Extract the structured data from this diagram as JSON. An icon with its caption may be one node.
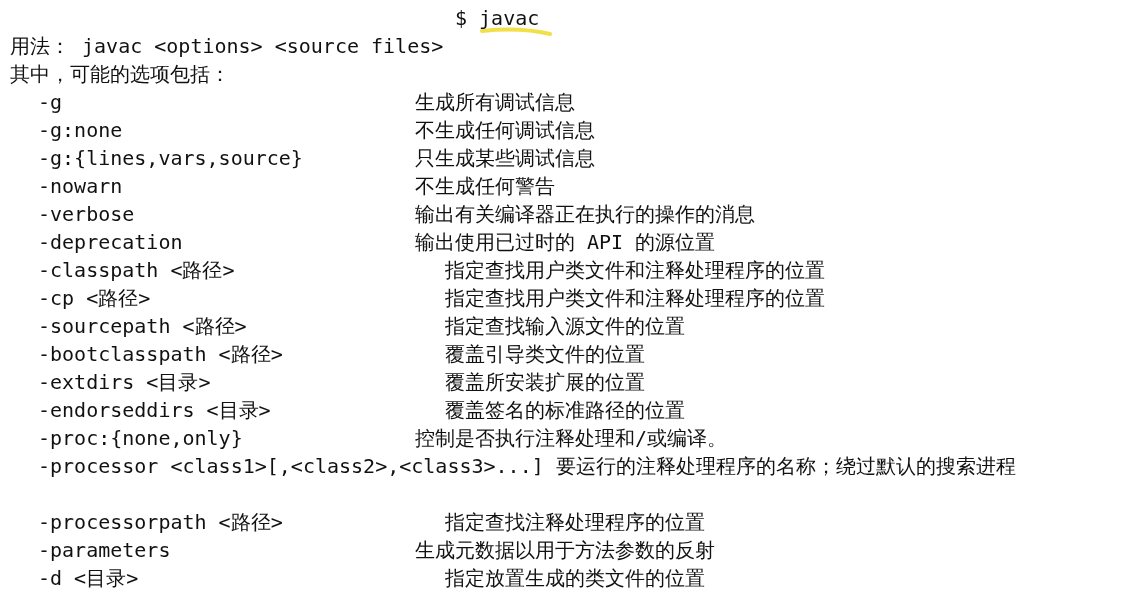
{
  "diagram": {
    "labels": [
      "$ javac",
      "用法： javac <options> <source files>",
      "其中，可能的选项包括：",
      "-g",
      "生成所有调试信息",
      "-g:none",
      "不生成任何调试信息",
      "-g:{lines,vars,source}",
      "只生成某些调试信息",
      "-nowarn",
      "不生成任何警告",
      "-verbose",
      "输出有关编译器正在执行的操作的消息",
      "-deprecation",
      "输出使用已过时的 API 的源位置",
      "-classpath <路径>",
      "指定查找用户类文件和注释处理程序的位置",
      "-cp <路径>",
      "指定查找用户类文件和注释处理程序的位置",
      "-sourcepath <路径>",
      "指定查找输入源文件的位置",
      "-bootclasspath <路径>",
      "覆盖引导类文件的位置",
      "-extdirs <目录>",
      "覆盖所安装扩展的位置",
      "-endorseddirs <目录>",
      "覆盖签名的标准路径的位置",
      "-proc:{none,only}",
      "控制是否执行注释处理和/或编译。",
      "-processor <class1>[,<class2>,<class3>...]",
      "要运行的注释处理程序的名称；绕过默认的搜索进程",
      "-processorpath <路径>",
      "指定查找注释处理程序的位置",
      "-parameters",
      "生成元数据以用于方法参数的反射",
      "-d <目录>",
      "指定放置生成的类文件的位置"
    ]
  }
}
